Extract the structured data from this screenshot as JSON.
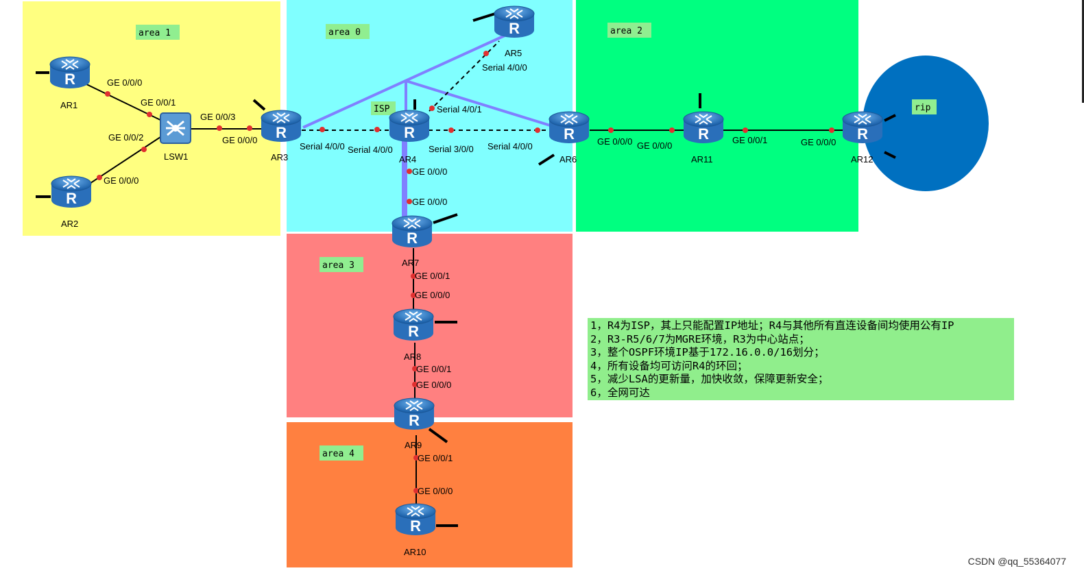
{
  "areas": {
    "area1": "area 1",
    "area0": "area 0",
    "area2": "area 2",
    "area3": "area 3",
    "area4": "area 4",
    "rip": "rip",
    "isp": "ISP"
  },
  "devices": {
    "ar1": "AR1",
    "ar2": "AR2",
    "lsw1": "LSW1",
    "ar3": "AR3",
    "ar4": "AR4",
    "ar5": "AR5",
    "ar6": "AR6",
    "ar7": "AR7",
    "ar8": "AR8",
    "ar9": "AR9",
    "ar10": "AR10",
    "ar11": "AR11",
    "ar12": "AR12"
  },
  "ports": {
    "ar1_ge000": "GE 0/0/0",
    "lsw1_ge001": "GE 0/0/1",
    "lsw1_ge002": "GE 0/0/2",
    "ar2_ge000": "GE 0/0/0",
    "lsw1_ge003": "GE 0/0/3",
    "ar3_ge000": "GE 0/0/0",
    "ar3_s400": "Serial 4/0/0",
    "ar4_s400": "Serial 4/0/0",
    "ar4_s401": "Serial 4/0/1",
    "ar4_s300": "Serial 3/0/0",
    "ar5_s400": "Serial 4/0/0",
    "ar6_s400": "Serial 4/0/0",
    "ar6_ge000": "GE 0/0/0",
    "ar11_ge000": "GE 0/0/0",
    "ar11_ge001": "GE 0/0/1",
    "ar12_ge000": "GE 0/0/0",
    "ar4_ge000": "GE 0/0/0",
    "ar7_ge000": "GE 0/0/0",
    "ar7_ge001": "GE 0/0/1",
    "ar8_ge000": "GE 0/0/0",
    "ar8_ge001": "GE 0/0/1",
    "ar9_ge000": "GE 0/0/0",
    "ar9_ge001": "GE 0/0/1",
    "ar10_ge000": "GE 0/0/0"
  },
  "router_glyph": "R",
  "notes": [
    "1，R4为ISP，其上只能配置IP地址；R4与其他所有直连设备间均使用公有IP",
    "2，R3-R5/6/7为MGRE环境，R3为中心站点；",
    "3，整个OSPF环境IP基于172.16.0.0/16划分；",
    "4，所有设备均可访问R4的环回；",
    "5，减少LSA的更新量，加快收敛，保障更新安全；",
    "6，全网可达"
  ],
  "watermark": "CSDN @qq_55364077",
  "colors": {
    "area1": "#ffff80",
    "area0": "#80ffff",
    "area2": "#00ff80",
    "area3": "#ff8080",
    "area4": "#ff8040",
    "rip": "#0070c0",
    "tag": "#90ee90",
    "mgre": "#8080ff",
    "port_dot": "#e03030"
  }
}
